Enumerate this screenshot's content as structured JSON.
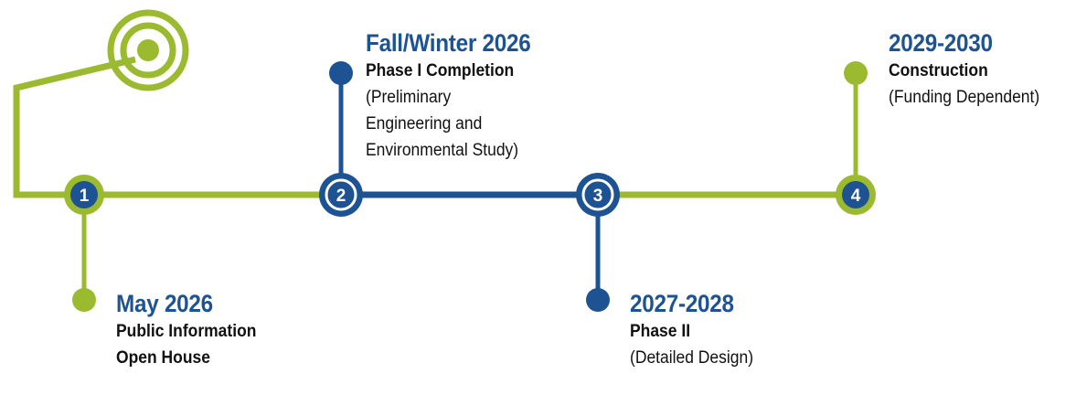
{
  "colors": {
    "green": "#9cba2f",
    "blue": "#1e5393",
    "text": "#111111"
  },
  "logo": {
    "icon": "target-icon"
  },
  "nodes": [
    {
      "number": "1",
      "color": "green"
    },
    {
      "number": "2",
      "color": "blue"
    },
    {
      "number": "3",
      "color": "blue"
    },
    {
      "number": "4",
      "color": "green"
    }
  ],
  "milestones": [
    {
      "date": "May 2026",
      "title_lines": [
        "Public Information",
        "Open House"
      ],
      "detail_lines": []
    },
    {
      "date": "Fall/Winter 2026",
      "title_lines": [
        "Phase I Completion"
      ],
      "detail_lines": [
        "(Preliminary",
        "Engineering and",
        "Environmental Study)"
      ]
    },
    {
      "date": "2027-2028",
      "title_lines": [
        "Phase II"
      ],
      "detail_lines": [
        "(Detailed Design)"
      ]
    },
    {
      "date": "2029-2030",
      "title_lines": [
        "Construction"
      ],
      "detail_lines": [
        "(Funding Dependent)"
      ]
    }
  ]
}
